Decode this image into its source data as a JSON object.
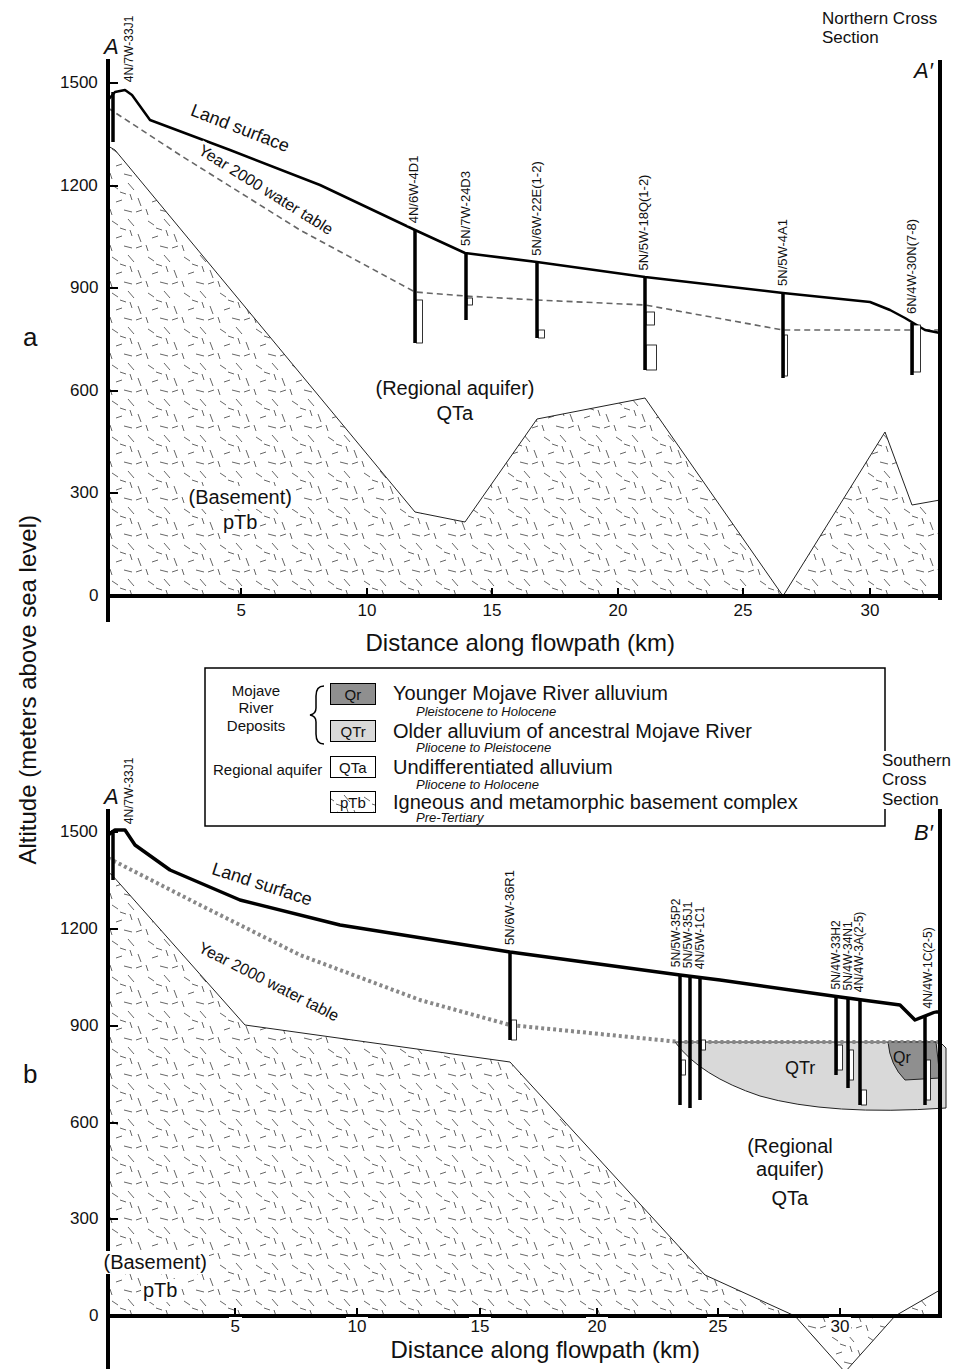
{
  "diagram": {
    "labels": [
      "A",
      "4N/7W-33J1",
      "Northern Cross Section",
      "A′",
      "Land surface",
      "Year 2000 water table",
      "4N/6W-4D1",
      "5N/7W-24D3",
      "5N/6W-22E(1-2)",
      "5N/5W-18Q(1-2)",
      "5N/5W-4A1",
      "6N/4W-30N(7-8)",
      "(Regional aquifer)",
      "QTa",
      "(Basement)",
      "pTb",
      "a",
      "1500",
      "1200",
      "900",
      "600",
      "300",
      "0",
      "5",
      "10",
      "15",
      "20",
      "25",
      "30",
      "Distance along flowpath (km)",
      "Altitude (meters above sea level)",
      "Mojave River Deposits",
      "Regional aquifer",
      "Qr",
      "Pleistocene to Holocene",
      "QTr",
      "Pliocene to Pleistocene",
      "QTa",
      "Pliocene to Holocene",
      "pTb",
      "Pre-Tertiary",
      "A",
      "4N/7W-33J1",
      "Southern Cross Section",
      "B′",
      "Land surface",
      "Year 2000 water table",
      "5N/6W-36R1",
      "5N/5W-35P2",
      "5N/5W-35J1",
      "4N/5W-1C1",
      "5N/4W-33H2",
      "5N/4W-34N1",
      "4N/4W-3A(2-5)",
      "4N/4W-1C(2-5)",
      "QTr",
      "Qr",
      "(Regional aquifer)",
      "QTa",
      "(Basement)",
      "pTb",
      "b",
      "1500",
      "1200",
      "900",
      "600",
      "300",
      "0",
      "5",
      "10",
      "15",
      "20",
      "25",
      "30",
      "Distance along flowpath (km)"
    ],
    "legend": [
      {
        "text": "Younger Mojave River alluvium",
        "color": "#8f8f8f"
      },
      {
        "text": "Older alluvium of ancestral Mojave River",
        "color": "#d9d9d9"
      },
      {
        "text": "Undifferentiated alluvium",
        "color": "#ffffff"
      },
      {
        "text": "Igneous and metamorphic basement complex",
        "color": "#ffffff"
      }
    ]
  }
}
